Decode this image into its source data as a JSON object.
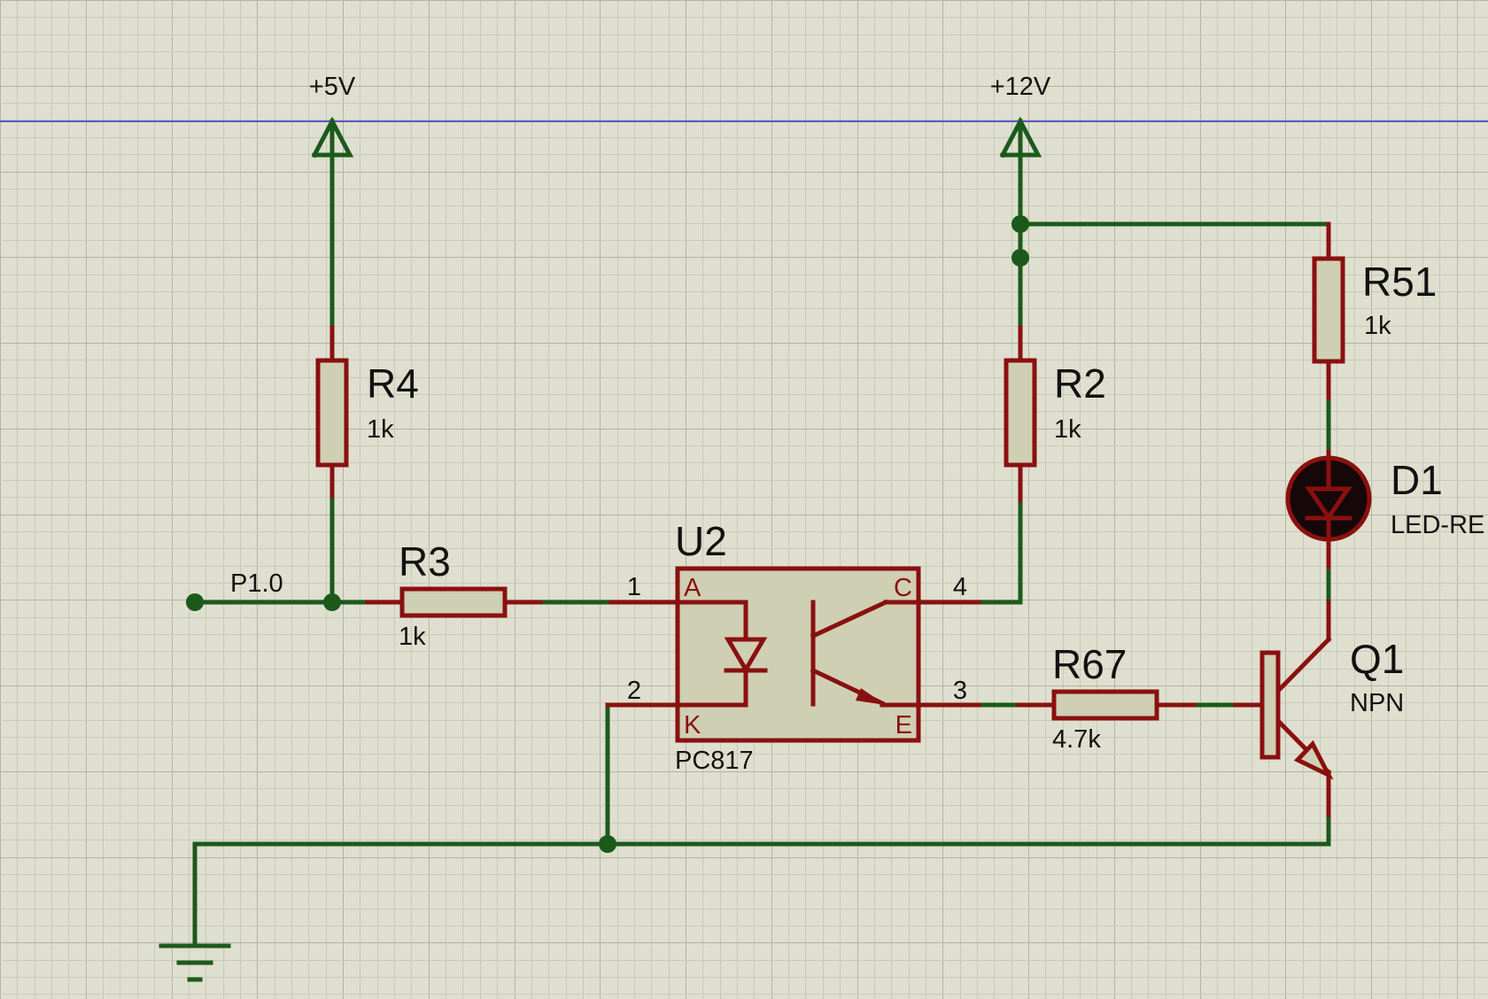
{
  "power": {
    "vcc5": "+5V",
    "vcc12": "+12V"
  },
  "net": {
    "p1": "P1.0"
  },
  "r4": {
    "ref": "R4",
    "value": "1k"
  },
  "r3": {
    "ref": "R3",
    "value": "1k"
  },
  "r2": {
    "ref": "R2",
    "value": "1k"
  },
  "r51": {
    "ref": "R51",
    "value": "1k"
  },
  "r67": {
    "ref": "R67",
    "value": "4.7k"
  },
  "d1": {
    "ref": "D1",
    "value": "LED-RE"
  },
  "q1": {
    "ref": "Q1",
    "value": "NPN"
  },
  "u2": {
    "ref": "U2",
    "value": "PC817",
    "pin_a": "A",
    "pin_k": "K",
    "pin_c": "C",
    "pin_e": "E",
    "pin1": "1",
    "pin2": "2",
    "pin3": "3",
    "pin4": "4"
  },
  "colors": {
    "background": "#dfdfcf",
    "wire": "#1b5a1b",
    "component": "#8a1010",
    "component_fill": "#cfcfb3",
    "guide_line": "#2d2dc8"
  }
}
